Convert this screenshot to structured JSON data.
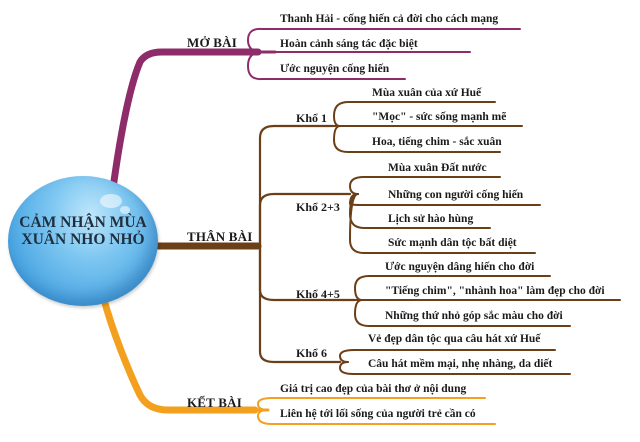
{
  "center": {
    "line1": "CẢM NHẬN MÙA",
    "line2": "XUÂN NHO NHỎ",
    "color": "#5aaee6"
  },
  "colors": {
    "mo_bai": "#8e2c6a",
    "than_bai": "#6b3f17",
    "ket_bai": "#f2a01e"
  },
  "branches": {
    "mo_bai": {
      "label": "MỞ BÀI",
      "items": [
        "Thanh Hải - cống hiến cả đời cho cách mạng",
        "Hoàn cảnh sáng tác đặc biệt",
        "Ước nguyện cống hiến"
      ]
    },
    "than_bai": {
      "label": "THÂN BÀI",
      "groups": [
        {
          "label": "Khổ 1",
          "items": [
            "Mùa xuân của xứ Huế",
            "\"Mọc\" - sức sống mạnh mẽ",
            "Hoa, tiếng chim - sắc xuân"
          ]
        },
        {
          "label": "Khổ 2+3",
          "items": [
            "Mùa xuân Đất nước",
            "Những con người cống hiến",
            "Lịch sử hào hùng",
            "Sức mạnh dân tộc bất diệt"
          ]
        },
        {
          "label": "Khổ 4+5",
          "items": [
            "Ước nguyện dâng hiến cho đời",
            "\"Tiếng chim\", \"nhành hoa\" làm đẹp cho đời",
            "Những thứ nhỏ góp sắc màu cho đời"
          ]
        },
        {
          "label": "Khổ 6",
          "items": [
            "Vẻ đẹp dân tộc qua câu hát xứ Huế",
            "Câu hát mềm mại, nhẹ nhàng, da diết"
          ]
        }
      ]
    },
    "ket_bai": {
      "label": "KẾT BÀI",
      "items": [
        "Giá trị cao đẹp của bài thơ ở nội dung",
        "Liên hệ tới lối sống của người trẻ cần có"
      ]
    }
  }
}
